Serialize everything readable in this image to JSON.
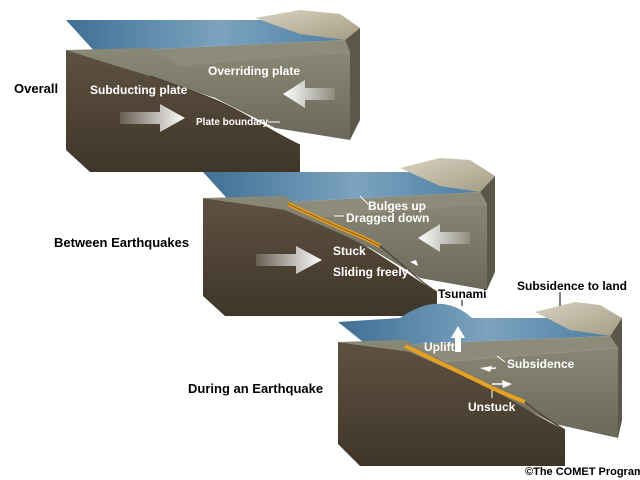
{
  "panels": {
    "overall": {
      "title": "Overall",
      "subducting": "Subducting plate",
      "overriding": "Overriding plate",
      "boundary": "Plate boundary"
    },
    "between": {
      "title": "Between Earthquakes",
      "bulges": "Bulges up",
      "dragged": "Dragged down",
      "stuck": "Stuck",
      "sliding": "Sliding freely"
    },
    "during": {
      "title": "During an Earthquake",
      "tsunami": "Tsunami",
      "subsidence_land": "Subsidence to land",
      "uplift": "Uplift",
      "subsidence": "Subsidence",
      "unstuck": "Unstuck"
    }
  },
  "credit": "©The COMET Program",
  "colors": {
    "water": "#5b87a8",
    "overriding_plate": "#7a7868",
    "subducting_plate": "#55493a",
    "fault_highlight": "#e8a020"
  }
}
